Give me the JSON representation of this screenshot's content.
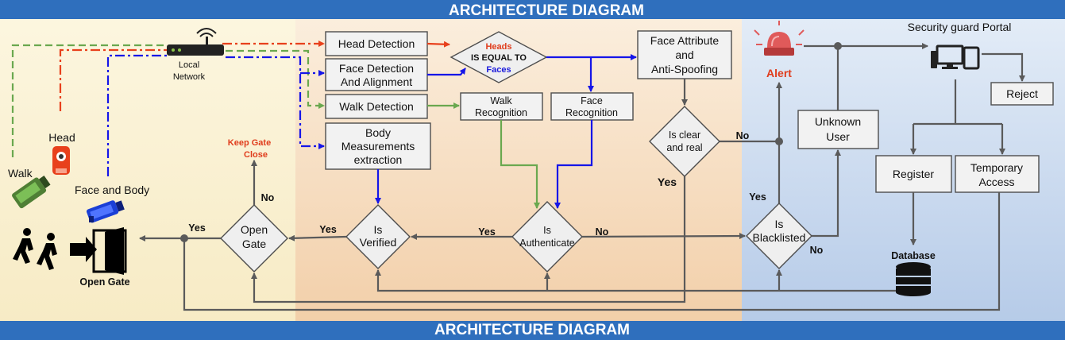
{
  "banner_top": "ARCHITECTURE DIAGRAM",
  "banner_bottom": "ARCHITECTURE DIAGRAM",
  "inputs": {
    "head": "Head",
    "walk": "Walk",
    "face_body": "Face and Body",
    "local_network": [
      "Local",
      "Network"
    ],
    "open_gate": "Open Gate"
  },
  "processing": {
    "head_detection": "Head Detection",
    "face_detection": [
      "Face Detection",
      "And Alignment"
    ],
    "walk_detection": "Walk Detection",
    "body_measurements": [
      "Body",
      "Measurements",
      "extraction"
    ],
    "heads_equal_faces": {
      "heads": "Heads",
      "is_equal_to": "IS EQUAL TO",
      "faces": "Faces"
    },
    "walk_recognition": [
      "Walk",
      "Recognition"
    ],
    "face_recognition": [
      "Face",
      "Recognition"
    ],
    "face_attribute": [
      "Face Attribute",
      "and",
      "Anti-Spoofing"
    ],
    "is_clear_real": [
      "Is clear",
      "and real"
    ],
    "is_verified": [
      "Is",
      "Verified"
    ],
    "is_authenticate": [
      "Is",
      "Authenticate"
    ],
    "open_gate_decision": [
      "Open",
      "Gate"
    ],
    "keep_gate_close": [
      "Keep Gate",
      "Close"
    ]
  },
  "security": {
    "alert": "Alert",
    "portal_title": "Security guard Portal",
    "reject": "Reject",
    "unknown_user": [
      "Unknown",
      "User"
    ],
    "register": "Register",
    "temporary_access": [
      "Temporary",
      "Access"
    ],
    "database": "Database",
    "is_blacklisted": [
      "Is",
      "Blacklisted"
    ]
  },
  "edge_labels": {
    "yes": "Yes",
    "no": "No"
  },
  "colors": {
    "banner": "#2f6fbd",
    "zone_left": "#fbf1cf",
    "zone_mid": "#f6d9b9",
    "zone_right": "#c9daf0",
    "red_line": "#e8401c",
    "blue_line": "#1515e8",
    "green_line": "#6aa84f"
  }
}
